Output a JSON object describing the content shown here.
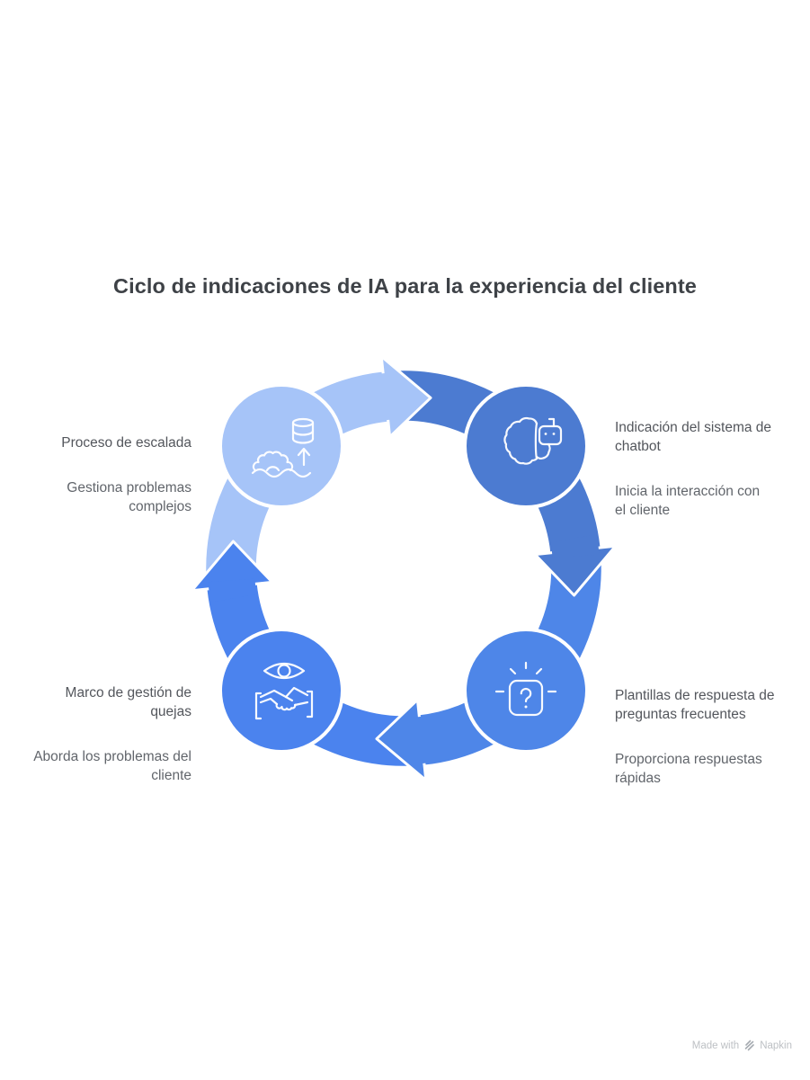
{
  "title": "Ciclo de indicaciones de IA para la experiencia del cliente",
  "nodes": {
    "top_left": {
      "heading": "Proceso de escalada",
      "description": "Gestiona problemas\ncomplejos",
      "color": "#A6C4F8",
      "icon": "escalation-gear-database-icon"
    },
    "top_right": {
      "heading": "Indicación del sistema de\nchatbot",
      "description": "Inicia la interacción con\nel cliente",
      "color": "#4C7BD1",
      "icon": "chatbot-brain-icon"
    },
    "bottom_right": {
      "heading": "Plantillas de respuesta de\npreguntas frecuentes",
      "description": "Proporciona respuestas\nrápidas",
      "color": "#4E86E8",
      "icon": "faq-question-icon"
    },
    "bottom_left": {
      "heading": "Marco de gestión de\nquejas",
      "description": "Aborda los problemas del\ncliente",
      "color": "#4B83EE",
      "icon": "eye-handshake-icon"
    }
  },
  "watermark": {
    "prefix": "Made with",
    "brand": "Napkin"
  }
}
